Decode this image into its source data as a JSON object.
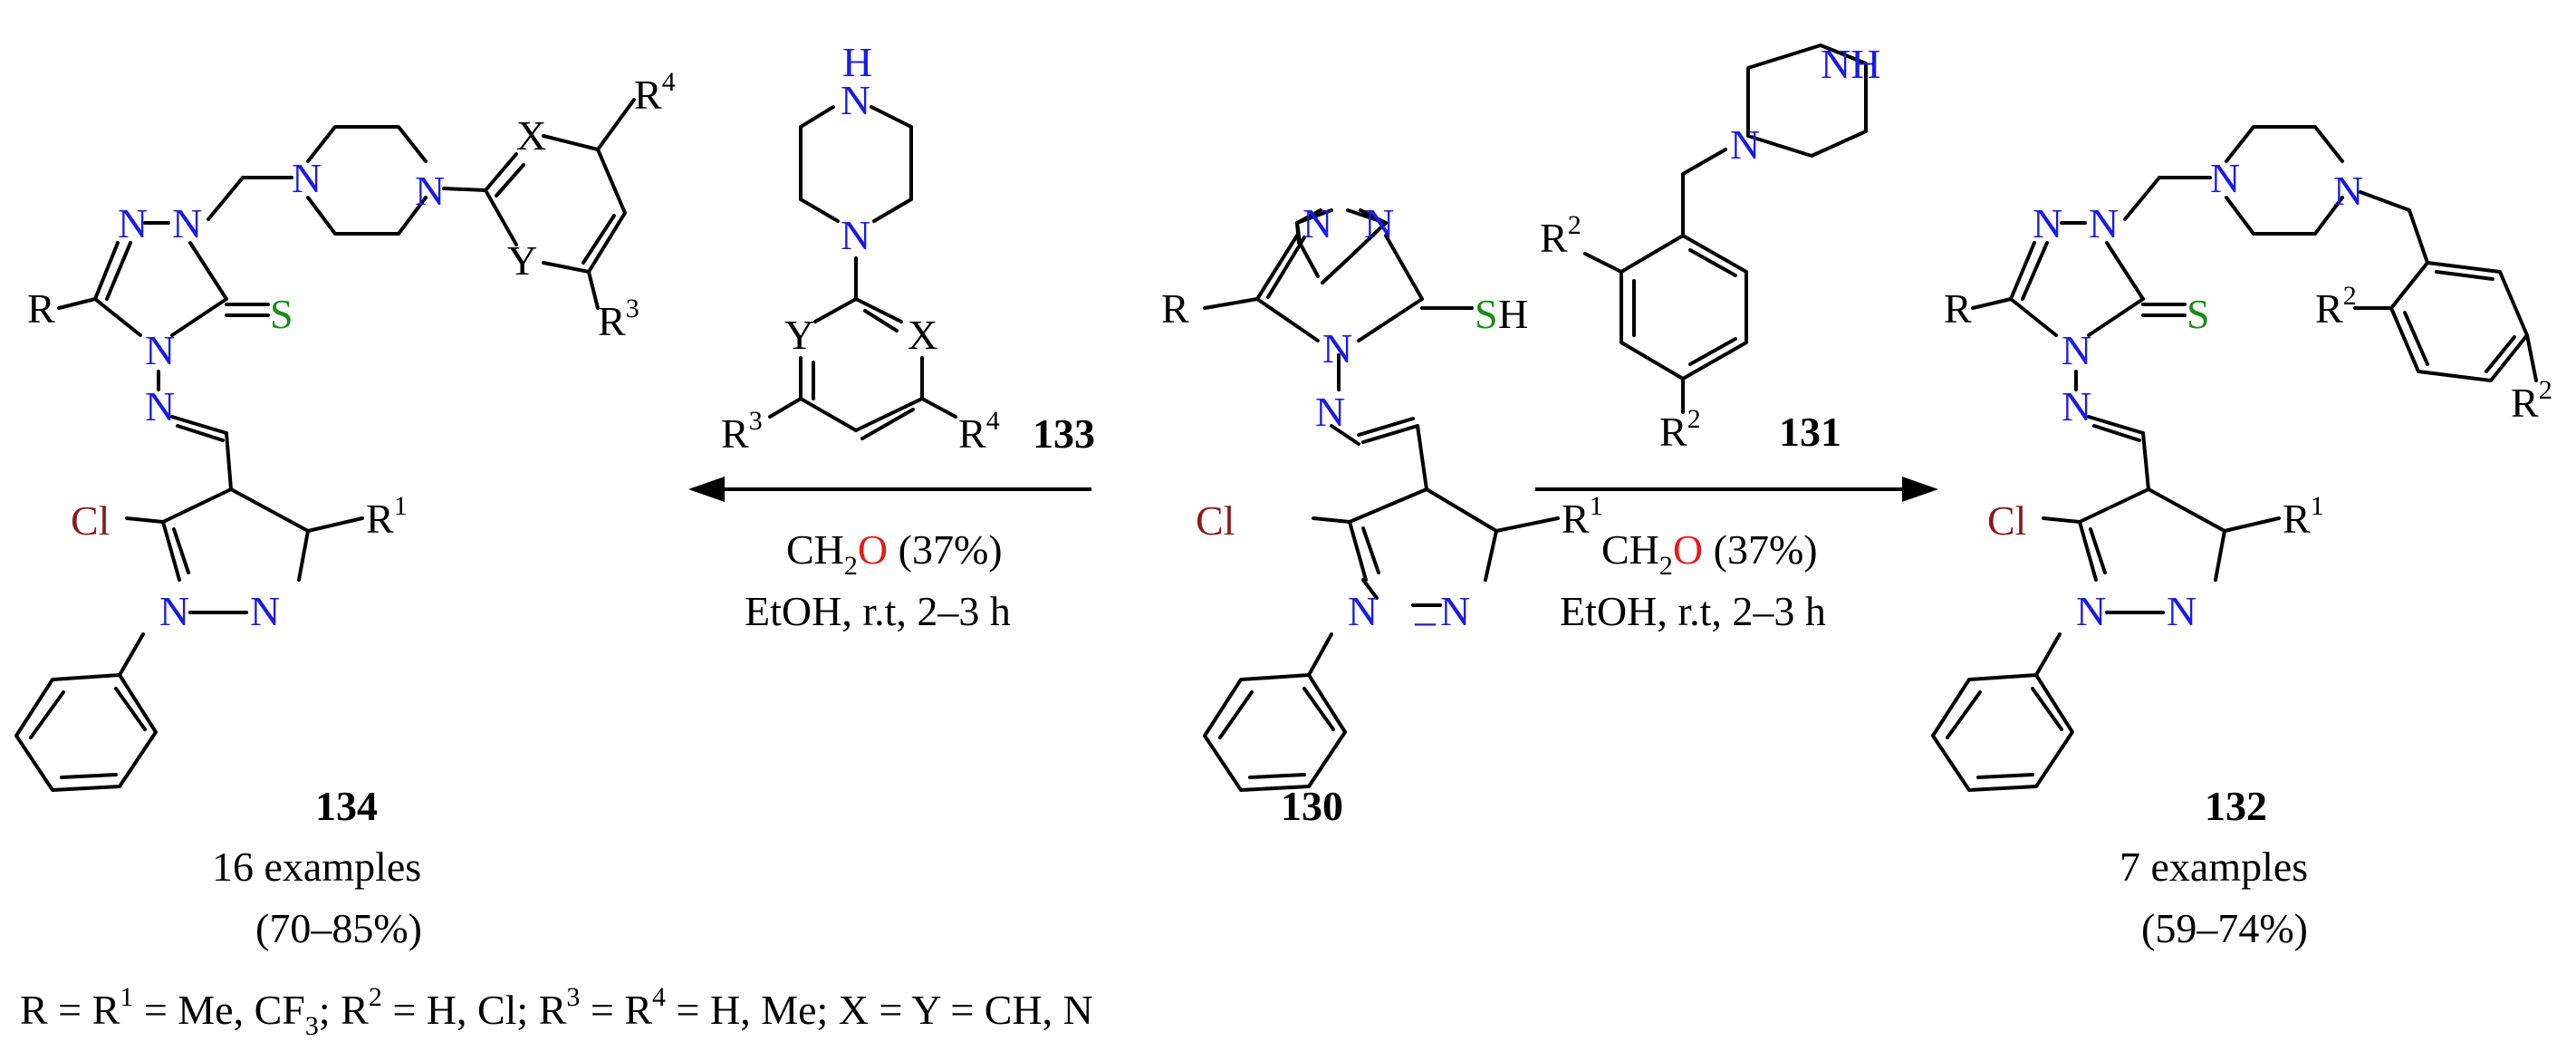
{
  "compounds": {
    "c134": {
      "number": "134",
      "examples": "16 examples",
      "yield": "(70–85%)"
    },
    "c130": {
      "number": "130"
    },
    "c132": {
      "number": "132",
      "examples": "7 examples",
      "yield": "(59–74%)"
    },
    "c133": {
      "number": "133"
    },
    "c131": {
      "number": "131"
    }
  },
  "conditions": {
    "left": {
      "reagent_prefix": "CH",
      "reagent_sub": "2",
      "reagent_O": "O",
      "reagent_suffix": " (37%)",
      "line2": "EtOH, r.t, 2–3 h"
    },
    "right": {
      "reagent_prefix": "CH",
      "reagent_sub": "2",
      "reagent_O": "O",
      "reagent_suffix": " (37%)",
      "line2": "EtOH, r.t, 2–3 h"
    }
  },
  "footnote": {
    "p1": "R = R",
    "s1": "1",
    "p2": " = Me, CF",
    "s2": "3",
    "p3": "; R",
    "s3": "2",
    "p4": " = H, Cl; R",
    "s4": "3",
    "p5": " = R",
    "s5": "4",
    "p6": " = H, Me; X = Y = CH, N"
  },
  "atoms": {
    "N": "N",
    "S": "S",
    "SH_S": "S",
    "SH_H": "H",
    "Cl": "Cl",
    "H": "H",
    "NH": "NH",
    "R": "R",
    "X": "X",
    "Y": "Y",
    "R1": "1",
    "R2": "2",
    "R3": "3",
    "R4": "4"
  },
  "colors": {
    "nitrogen": "#1a1ae6",
    "sulfur": "#1a8c1a",
    "chlorine": "#8b1a1a",
    "oxygen": "#e61a1a",
    "bonds": "#000000"
  }
}
